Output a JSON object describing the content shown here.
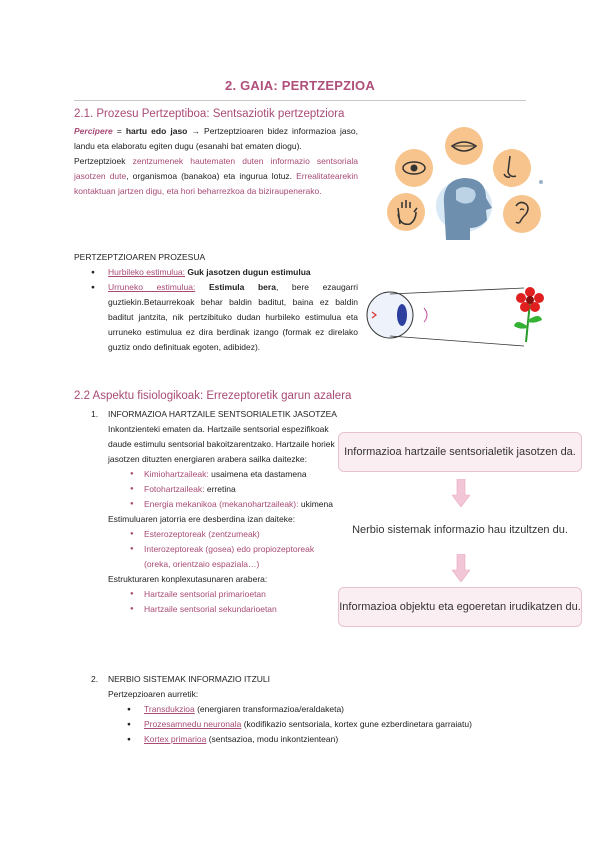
{
  "title": "2. GAIA: PERTZEPZIOA",
  "s21": {
    "heading": "2.1. Prozesu Pertzeptiboa: Sentsaziotik pertzeptziora",
    "percipere": "Percipere",
    "eq": " = ",
    "hartu": "hartu edo jaso",
    "arrow": " → ",
    "p1_rest": "Pertzeptzioaren bidez informazioa jaso, landu eta elaboratu egiten dugu (esanahi bat ematen diogu).",
    "p2_a": "Pertzeptzioek ",
    "p2_b": "zentzumenek hautematen duten informazio sentsoriala jasotzen dute",
    "p2_c": ", organismoa (banakoa) eta ingurua lotuz. ",
    "p2_d": "Errealitatearekin kontaktuan jartzen digu, eta hori beharrezkoa da biziraupenerako.",
    "process_heading": "PERTZEPTZIOAREN PROZESUA",
    "item1_term": "Hurbileko estimulua:",
    "item1_desc": " Guk jasotzen dugun estimulua",
    "item2_term": "Urruneko estimulua:",
    "item2_bold": " Estimula bera",
    "item2_rest": ", bere ezaugarri guztiekin.Betaurrekoak behar baldin baditut, baina ez baldin baditut jantzita, nik pertzibituko dudan hurbileko estimulua eta urruneko estimulua ez dira berdinak izango (formak ez direlako guztiz ondo definituak egoten, adibidez)."
  },
  "s22": {
    "heading": "2.2 Aspektu fisiologikoak: Errezeptoretik garun azalera",
    "n1": "1.",
    "item1_title": "INFORMAZIOA HARTZAILE SENTSORIALETIK JASOTZEA",
    "item1_intro": "Inkontzienteki ematen da. Hartzaile sentsorial espezifikoak daude estimulu sentsorial bakoitzarentzako. Hartzaile horiek jasotzen dituzten energiaren arabera sailka daitezke:",
    "energy": [
      {
        "term": "Kimiohartzaileak:",
        "desc": " usaimena eta dastamena"
      },
      {
        "term": "Fotohartzaileak:",
        "desc": " erretina"
      },
      {
        "term": "Energia mekanikoa (mekanohartzaileak):",
        "desc": " ukimena"
      }
    ],
    "origin_intro": "Estimuluaren jatorria ere desberdina izan daiteke:",
    "origin": [
      "Esterozeptoreak (zentzumeak)",
      "Interozeptoreak (gosea) edo propiozeptoreak (oreka, orientzaio espaziala…)"
    ],
    "structure_intro": "Estrukturaren konplexutasunaren arabera:",
    "structure": [
      "Hartzaile sentsorial primarioetan",
      "Hartzaile sentsorial sekundarioetan"
    ],
    "n2": "2.",
    "item2_title": "NERBIO SISTEMAK INFORMAZIO ITZULI",
    "item2_intro": "Pertzepzioaren aurretik:",
    "steps": [
      {
        "term": "Transdukzioa",
        "desc": " (energiaren transformazioa/eraldaketa)"
      },
      {
        "term": "Prozesamnedu neuronala",
        "desc": " (kodifikazio sentsoriala, kortex gune ezberdinetara garraiatu)"
      },
      {
        "term": "Kortex primarioa",
        "desc": " (sentsazioa, modu inkontzientean)"
      }
    ]
  },
  "flow": [
    "Informazioa hartzaile sentsorialetik jasotzen da.",
    "Nerbio sistemak informazio hau itzultzen du.",
    "Informazioa objektu eta egoeretan irudikatzen du."
  ],
  "colors": {
    "accent": "#a84b75",
    "box_fill": "#fbeef3",
    "box_border": "#e7c3d2",
    "arrow": "#f2c6d6",
    "bubble": "#f6c48c"
  }
}
